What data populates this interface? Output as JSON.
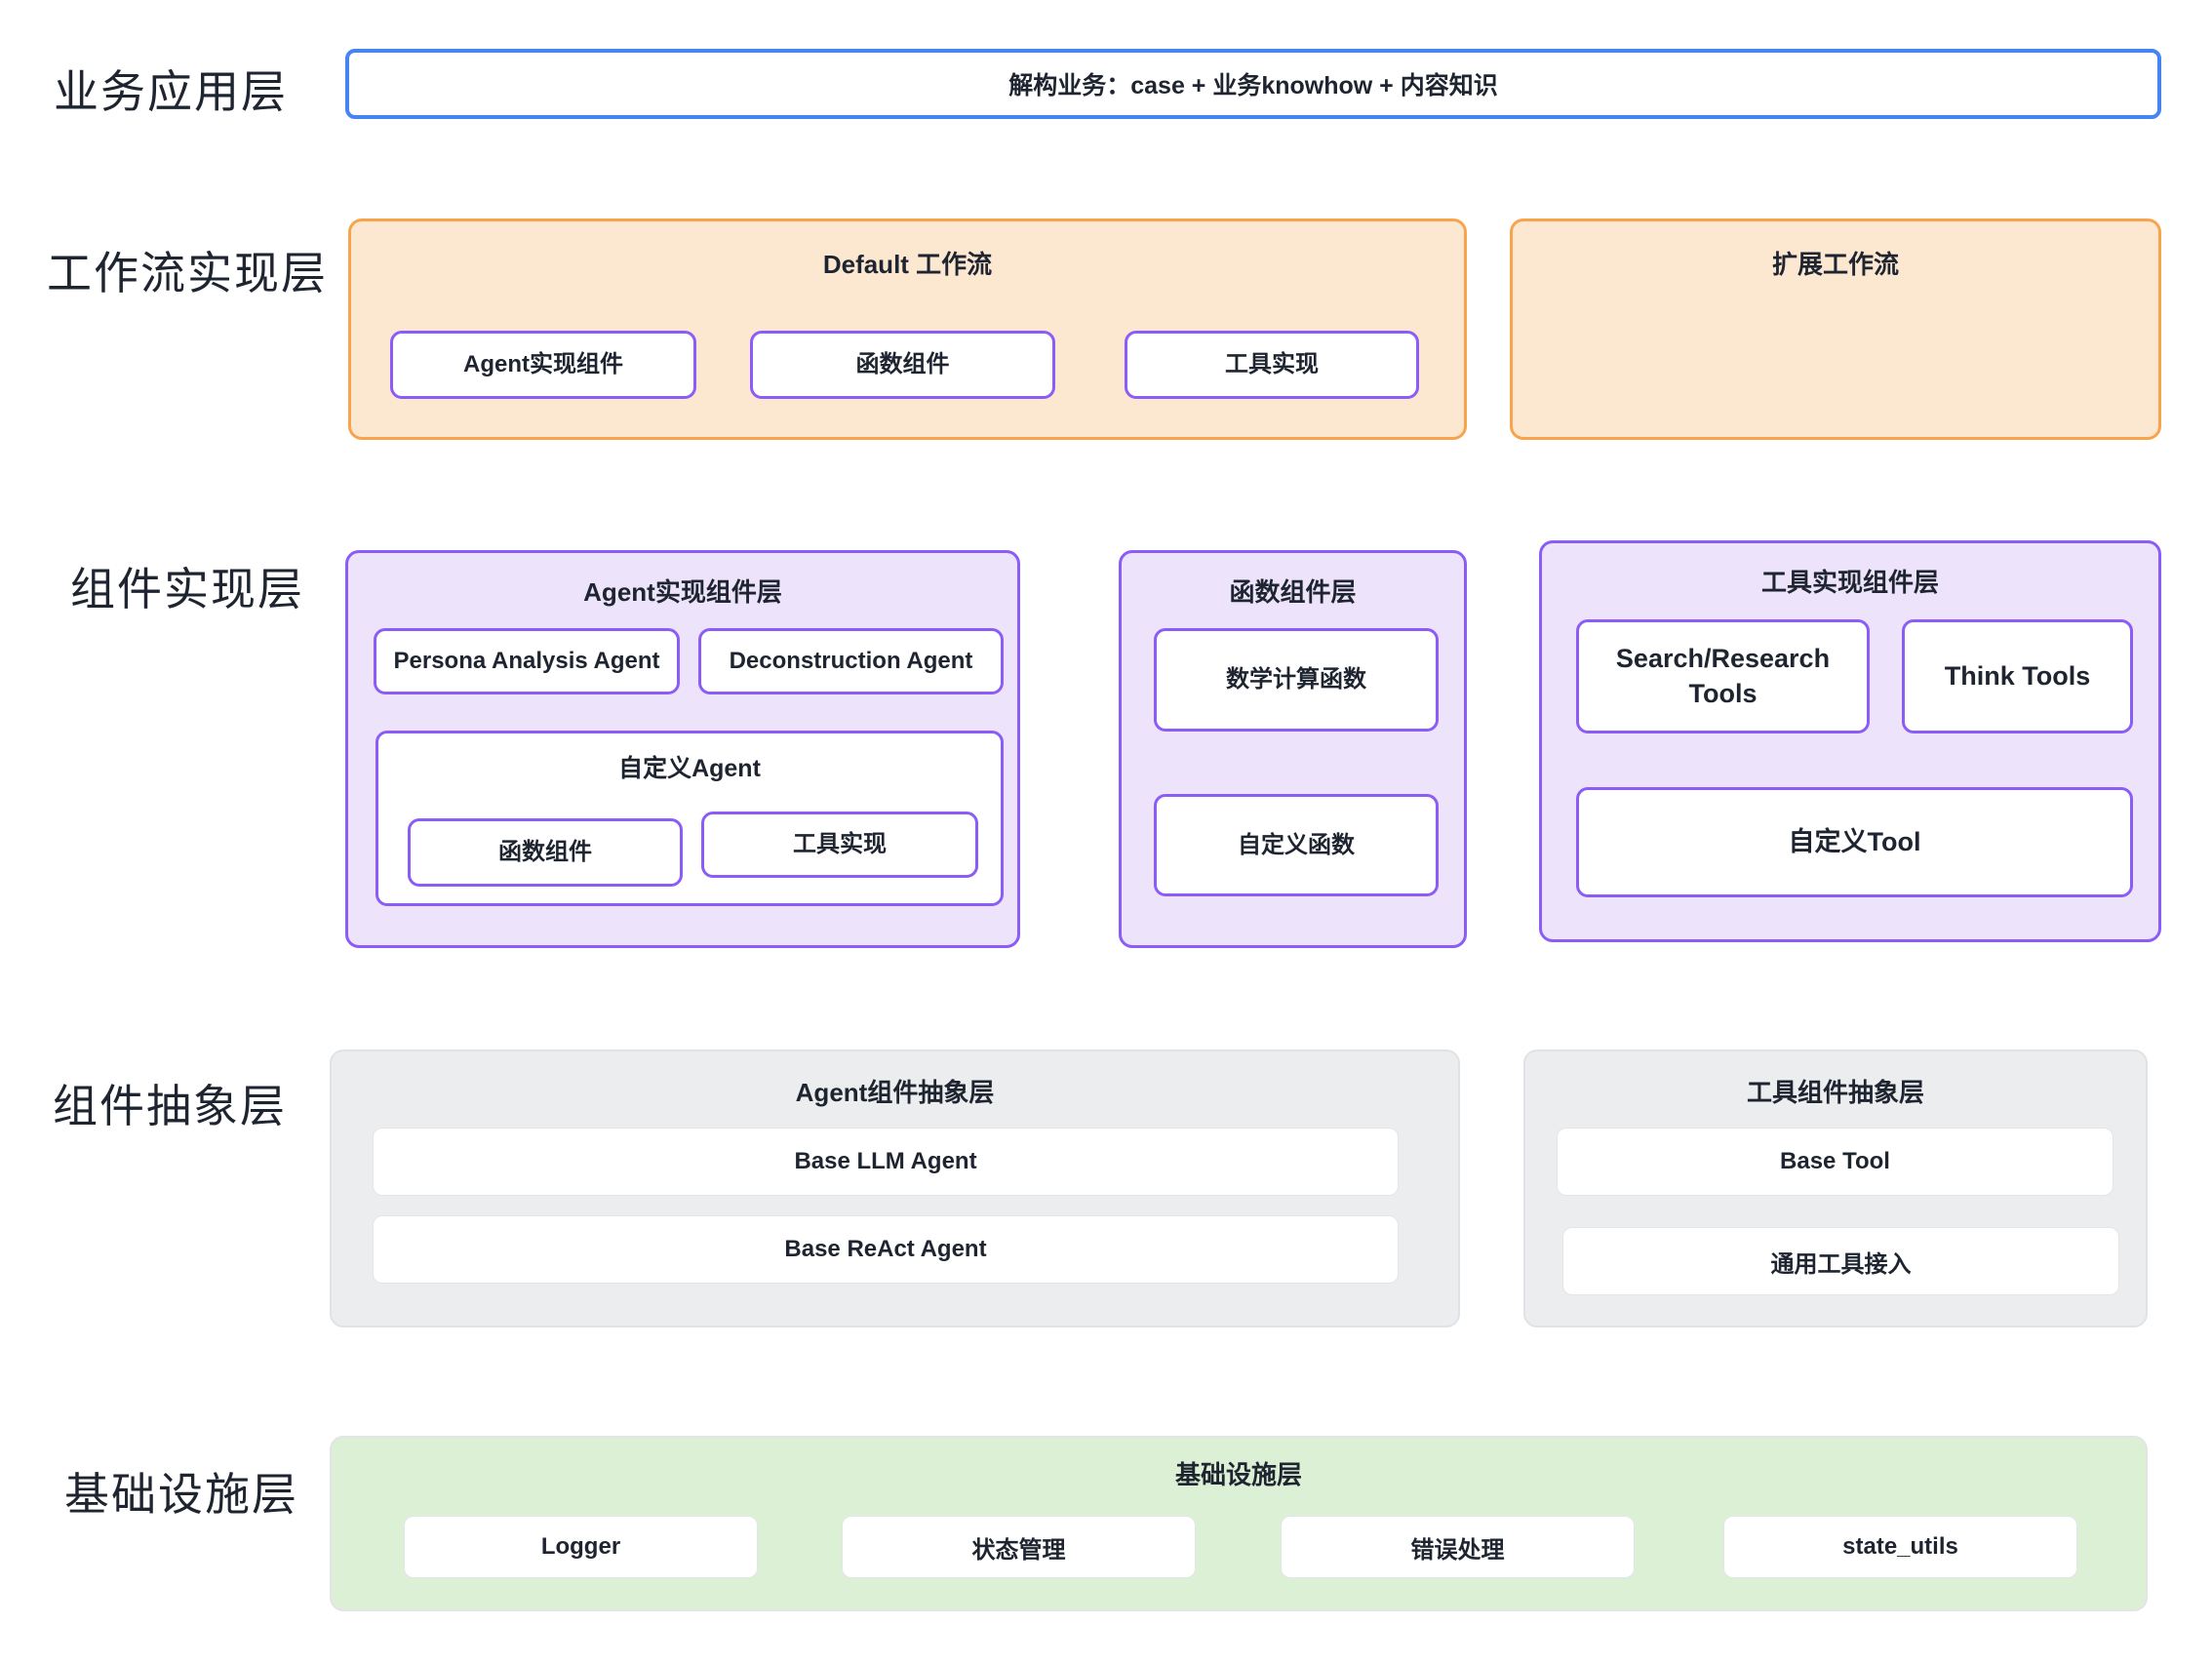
{
  "labels": {
    "business": "业务应用层",
    "workflow": "工作流实现层",
    "component": "组件实现层",
    "abstraction": "组件抽象层",
    "infra": "基础设施层"
  },
  "business": {
    "box_text": "解构业务：case + 业务knowhow + 内容知识"
  },
  "workflow": {
    "default": {
      "title": "Default 工作流",
      "items": [
        "Agent实现组件",
        "函数组件",
        "工具实现"
      ]
    },
    "extended": {
      "title": "扩展工作流"
    }
  },
  "component": {
    "agent_layer": {
      "title": "Agent实现组件层",
      "agents": [
        "Persona Analysis Agent",
        "Deconstruction Agent"
      ],
      "custom_agent": {
        "title": "自定义Agent",
        "items": [
          "函数组件",
          "工具实现"
        ]
      }
    },
    "function_layer": {
      "title": "函数组件层",
      "items": [
        "数学计算函数",
        "自定义函数"
      ]
    },
    "tool_layer": {
      "title": "工具实现组件层",
      "tools": [
        "Search/Research Tools",
        "Think Tools"
      ],
      "custom_tool": "自定义Tool"
    }
  },
  "abstraction": {
    "agent": {
      "title": "Agent组件抽象层",
      "items": [
        "Base LLM Agent",
        "Base ReAct Agent"
      ]
    },
    "tool": {
      "title": "工具组件抽象层",
      "items": [
        "Base Tool",
        "通用工具接入"
      ]
    }
  },
  "infra": {
    "title": "基础设施层",
    "items": [
      "Logger",
      "状态管理",
      "错误处理",
      "state_utils"
    ]
  },
  "colors": {
    "blue_border": "#4484F3",
    "orange_border": "#F7A44C",
    "orange_fill": "#FCE7D1",
    "purple_border": "#8B5CF6",
    "purple_fill": "#EDE4FB",
    "gray_fill": "#ECEDEF",
    "green_fill": "#DBF0D4",
    "text": "#1F2530"
  }
}
